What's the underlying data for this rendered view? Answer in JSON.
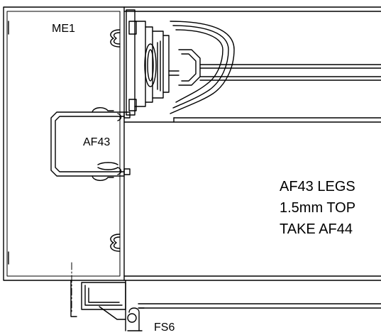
{
  "labels": {
    "me1": "ME1",
    "af43": "AF43",
    "fs6": "FS6"
  },
  "note": {
    "line1": "AF43 LEGS",
    "line2": "1.5mm TOP",
    "line3": "TAKE AF44"
  },
  "colors": {
    "line": "#000000",
    "background": "#ffffff"
  }
}
